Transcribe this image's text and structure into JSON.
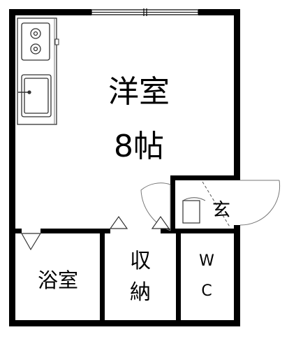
{
  "rooms": {
    "western_room_label": "洋室",
    "western_room_size": "8帖",
    "entrance_label": "玄",
    "bath_label": "浴室",
    "storage_label_line1": "収",
    "storage_label_line2": "納",
    "wc_label_line1": "W",
    "wc_label_line2": "C"
  },
  "colors": {
    "wall": "#000000",
    "background": "#ffffff",
    "fixture_line": "#333333",
    "thin_line": "#777777"
  },
  "icons": {
    "stove": "two-burner-stove-icon",
    "sink": "kitchen-sink-icon",
    "door_swing": "door-swing-arc"
  }
}
